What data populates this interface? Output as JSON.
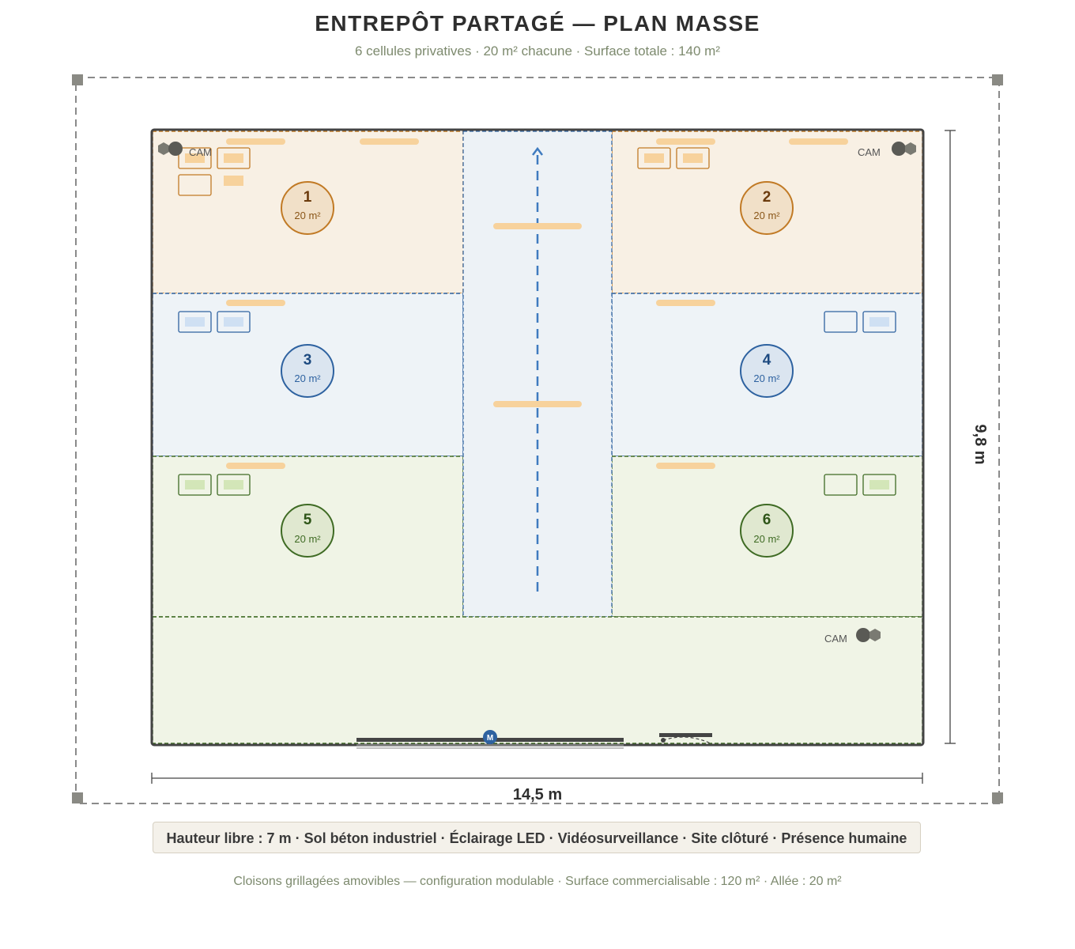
{
  "title": "ENTREPÔT PARTAGÉ — PLAN MASSE",
  "subtitle": "6 cellules privatives · 20 m² chacune · Surface totale : 140 m²",
  "cells": [
    {
      "number": "1",
      "area": "20 m²",
      "group": "orange"
    },
    {
      "number": "2",
      "area": "20 m²",
      "group": "orange"
    },
    {
      "number": "3",
      "area": "20 m²",
      "group": "blue"
    },
    {
      "number": "4",
      "area": "20 m²",
      "group": "blue"
    },
    {
      "number": "5",
      "area": "20 m²",
      "group": "green"
    },
    {
      "number": "6",
      "area": "20 m²",
      "group": "green"
    }
  ],
  "camera_label": "CAM",
  "door_motor_label": "M",
  "dimensions": {
    "width": "14,5 m",
    "height": "9,8 m"
  },
  "features": "Hauteur libre : 7 m · Sol béton industriel · Éclairage LED · Vidéosurveillance · Site clôturé · Présence humaine",
  "footnote": "Cloisons grillagées amovibles — configuration modulable · Surface commercialisable : 120 m² · Allée : 20 m²",
  "colors": {
    "orange_fill": "#f8f0e4",
    "orange_stroke": "#c17a25",
    "orange_badge": "#f1e0c8",
    "orange_text": "#6b3a0c",
    "blue_fill": "#eef3f7",
    "blue_stroke": "#2e62a0",
    "blue_badge": "#dbe5f0",
    "blue_text": "#1d4a80",
    "green_fill": "#f0f4e6",
    "green_stroke": "#3f6b24",
    "green_badge": "#e0e8d0",
    "green_text": "#2e5518",
    "aisle_fill": "#edf2f6",
    "light": "#f7d29c",
    "wall": "#444444",
    "fence": "#8a8a8a"
  }
}
